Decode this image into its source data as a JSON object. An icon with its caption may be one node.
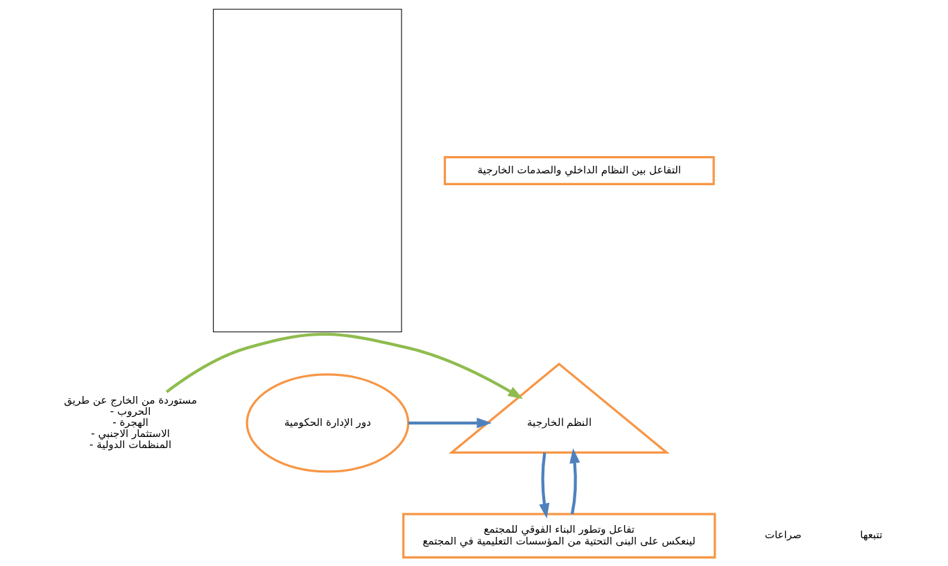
{
  "diagram": {
    "nodes": [
      {
        "text": [
          "التفاعل بين النظام الداخلي والصدمات الخارجية"
        ]
      },
      {
        "text": [
          "النظم الخارجية"
        ]
      },
      {
        "text": [
          "مستوردة من الخارج عن طريق",
          "- الحروب",
          "- الهجرة",
          "- الاستثمار الاجنبي",
          "- المنظمات الدولية"
        ]
      },
      {
        "text": [
          "دور الإدارة الحكومية"
        ]
      },
      {
        "text": [
          "تفاعل وتطور البناء الفوقي للمجتمع",
          "لينعكس على البنى التحتية من المؤسسات التعليمية في المجتمع"
        ]
      },
      {
        "text": [],
        "shape": "box"
      }
    ],
    "edges": [
      {
        "from": 2,
        "to": 1,
        "arrow": "to",
        "color": "#8fbc4f"
      },
      {
        "from": 3,
        "to": 1,
        "arrow": "to"
      },
      {
        "from": 4,
        "to": 1,
        "arrow": "to"
      },
      {
        "from": 1,
        "to": 4,
        "arrow": "to"
      }
    ],
    "labels": [
      "صراعات",
      "تتبعها"
    ]
  }
}
